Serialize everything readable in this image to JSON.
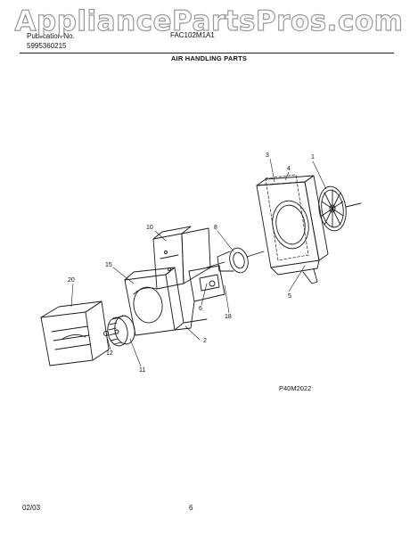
{
  "watermark": "AppliancePartsPros.com",
  "header": {
    "publication_label": "Publication No.",
    "publication_number": "5995360215",
    "model": "FAC102M1A1"
  },
  "section_title": "AIR HANDLING PARTS",
  "callouts": {
    "c1": "1",
    "c2": "2",
    "c3": "3",
    "c4": "4",
    "c5": "5",
    "c6": "6",
    "c8": "8",
    "c10": "10",
    "c11": "11",
    "c12": "12",
    "c15": "15",
    "c18": "18",
    "c20": "20"
  },
  "figure_code": "P40M2022",
  "footer": {
    "date": "02/03",
    "page": "6"
  }
}
